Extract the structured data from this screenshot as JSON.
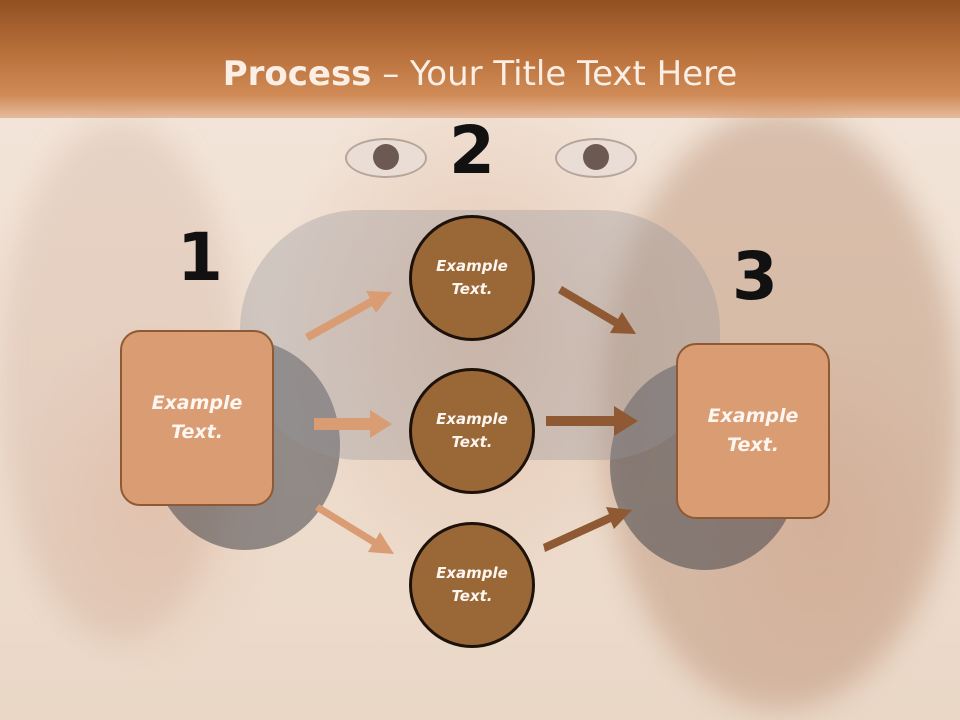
{
  "header": {
    "title_bold": "Process",
    "title_rest": " – Your Title Text Here"
  },
  "steps": {
    "one": "1",
    "two": "2",
    "three": "3"
  },
  "left_box": {
    "text_line1": "Example",
    "text_line2": "Text."
  },
  "right_box": {
    "text_line1": "Example",
    "text_line2": "Text."
  },
  "circles": [
    {
      "line1": "Example",
      "line2": "Text."
    },
    {
      "line1": "Example",
      "line2": "Text."
    },
    {
      "line1": "Example",
      "line2": "Text."
    }
  ],
  "colors": {
    "header_dark": "#915022",
    "box_fill": "#d99c73",
    "circle_fill": "#9a6737",
    "arrow_light": "#d99c73",
    "arrow_dark": "#8f5a33"
  }
}
